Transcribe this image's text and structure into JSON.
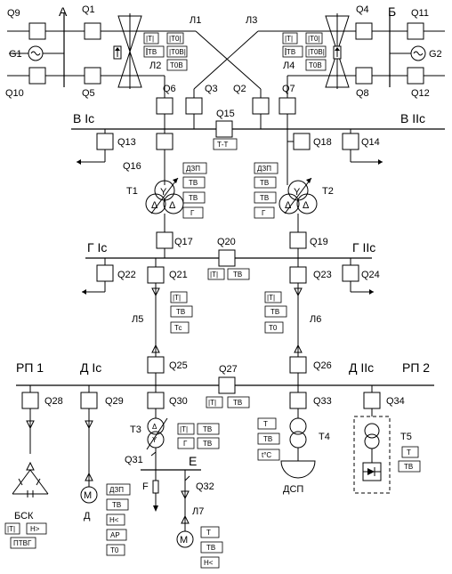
{
  "buses": {
    "A": "А",
    "B": "Б",
    "VI": "В Iс",
    "VII": "В IIс",
    "GI": "Г Iс",
    "GII": "Г IIс",
    "DI": "Д Iс",
    "DII": "Д IIс",
    "RP1": "РП 1",
    "RP2": "РП 2",
    "E": "Е"
  },
  "switches": [
    "Q1",
    "Q2",
    "Q3",
    "Q4",
    "Q5",
    "Q6",
    "Q7",
    "Q8",
    "Q9",
    "Q10",
    "Q11",
    "Q12",
    "Q13",
    "Q14",
    "Q15",
    "Q16",
    "Q17",
    "Q18",
    "Q19",
    "Q20",
    "Q21",
    "Q22",
    "Q23",
    "Q24",
    "Q25",
    "Q26",
    "Q27",
    "Q28",
    "Q29",
    "Q30",
    "Q31",
    "Q32",
    "Q33",
    "Q34"
  ],
  "lines": {
    "L1": "Л1",
    "L2": "Л2",
    "L3": "Л3",
    "L4": "Л4",
    "L5": "Л5",
    "L6": "Л6",
    "L7": "Л7"
  },
  "equipment": {
    "G1": "G1",
    "G2": "G2",
    "T1": "T1",
    "T2": "T2",
    "T3": "T3",
    "T4": "T4",
    "T5": "T5",
    "BSK": "БСК",
    "D": "Д",
    "DSP": "ДСП",
    "F": "F",
    "M": "М"
  },
  "protections": {
    "L2": [
      "|T|",
      "ТВ",
      "|Т0|",
      "|Т0В|",
      "Т0В"
    ],
    "L4": [
      "|T|",
      "ТВ",
      "|Т0|",
      "|Т0В|",
      "Т0В"
    ],
    "Q15": "Т-Т",
    "T1": [
      "ДЗП",
      "ТВ",
      "ТВ",
      "Г"
    ],
    "T2": [
      "ДЗП",
      "ТВ",
      "ТВ",
      "Г"
    ],
    "Q20": [
      "|T|",
      "ТВ"
    ],
    "L5": [
      "|T|",
      "ТВ",
      "Тс"
    ],
    "L6": [
      "|T|",
      "ТВ",
      "Т0"
    ],
    "Q27": [
      "|T|",
      "ТВ"
    ],
    "T3": [
      "|T|",
      "ТВ",
      "Г",
      "ТВ"
    ],
    "T4": [
      "Т",
      "ТВ",
      "t°С"
    ],
    "T5": [
      "Т",
      "ТВ"
    ],
    "BSK": [
      "|T|",
      "Н>",
      "ПТВГ"
    ],
    "D": [
      "ДЗП",
      "ТВ",
      "Н<",
      "АР",
      "Т0"
    ],
    "M": [
      "Т",
      "ТВ",
      "Н<"
    ]
  }
}
